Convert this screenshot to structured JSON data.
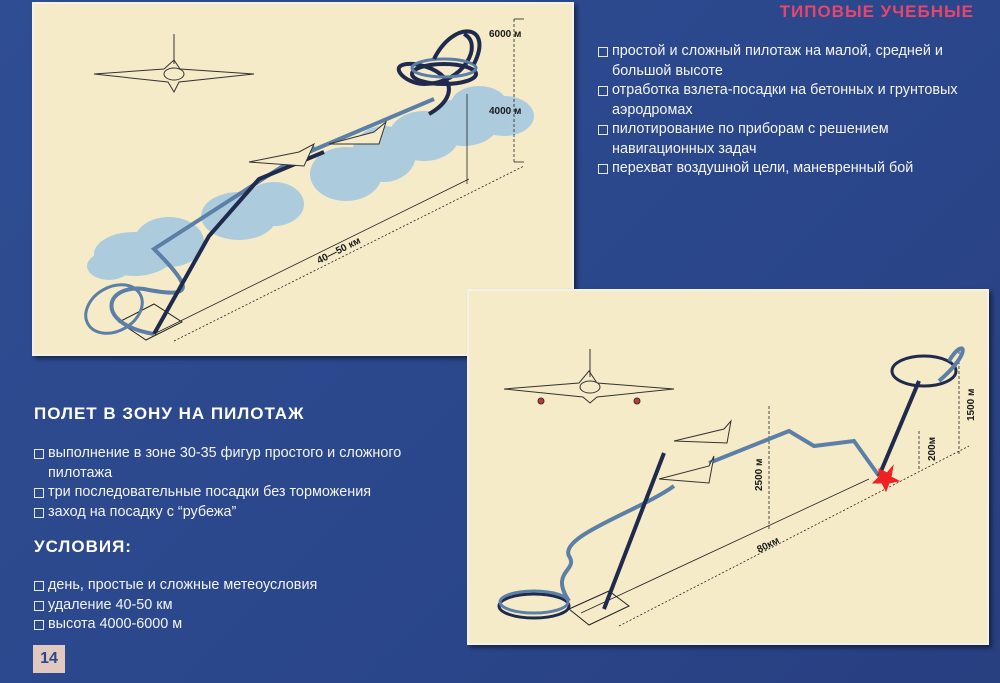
{
  "header": {
    "title": "ТИПОВЫЕ УЧЕБНЫЕ"
  },
  "diagram_top": {
    "label_6000": "6000 м",
    "label_4000": "4000 м",
    "label_distance": "40—50 км"
  },
  "diagram_bottom": {
    "label_2500": "2500 м",
    "label_1500": "1500 м",
    "label_200": "200м",
    "label_distance": "80км"
  },
  "top_list": [
    "простой и сложный пилотаж на малой, средней и большой высоте",
    "отработка взлета-посадки на бетонных и грунтовых аэродромах",
    "пилотирование по приборам с решением навигационных задач",
    "перехват воздушной цели, маневренный бой"
  ],
  "section1": {
    "title": "ПОЛЕТ В ЗОНУ НА ПИЛОТАЖ",
    "items": [
      "выполнение в зоне 30-35 фигур простого и сложного пилотажа",
      "три последовательные посадки  без торможения",
      "заход на посадку с “рубежа”"
    ]
  },
  "section2": {
    "title": "УСЛОВИЯ:",
    "items": [
      "день, простые и сложные метеоусловия",
      "удаление 40-50 км",
      "высота 4000-6000 м"
    ]
  },
  "page_number": "14",
  "colors": {
    "background": "#2b478c",
    "panel": "#f6ebc9",
    "accent": "#e8456a",
    "path_dark": "#1f2a4d",
    "path_light": "#5c7fa8",
    "cloud": "#a9cbe0"
  }
}
